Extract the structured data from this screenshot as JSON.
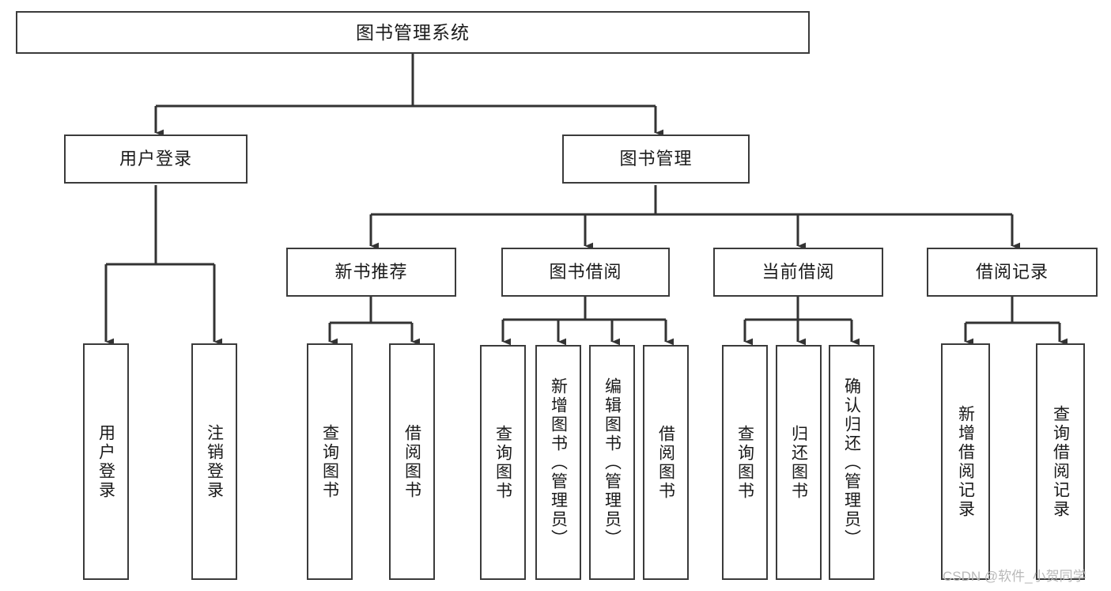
{
  "diagram": {
    "type": "tree-hierarchy-chart",
    "title": "图书管理系统",
    "watermark": "CSDN @软件_小贺同学",
    "style": {
      "box_border_color": "#3b3b3b",
      "box_fill_color": "#ffffff",
      "edge_color": "#333333",
      "background_color": "#ffffff",
      "text_color": "#1a1a1a",
      "watermark_color": "#b9b9b9"
    },
    "nodes": {
      "root": {
        "label": "图书管理系统"
      },
      "level1": [
        {
          "label": "用户登录"
        },
        {
          "label": "图书管理"
        }
      ],
      "level2": [
        {
          "label": "新书推荐"
        },
        {
          "label": "图书借阅"
        },
        {
          "label": "当前借阅"
        },
        {
          "label": "借阅记录"
        }
      ],
      "leaves": {
        "user_login": [
          {
            "label": "用户登录"
          },
          {
            "label": "注销登录"
          }
        ],
        "new_book_recommend": [
          {
            "label": "查询图书"
          },
          {
            "label": "借阅图书"
          }
        ],
        "book_borrow": [
          {
            "label": "查询图书"
          },
          {
            "label": "新增图书（管理员）"
          },
          {
            "label": "编辑图书（管理员）"
          },
          {
            "label": "借阅图书"
          }
        ],
        "current_borrow": [
          {
            "label": "查询图书"
          },
          {
            "label": "归还图书"
          },
          {
            "label": "确认归还（管理员）"
          }
        ],
        "borrow_records": [
          {
            "label": "新增借阅记录"
          },
          {
            "label": "查询借阅记录"
          }
        ]
      }
    }
  }
}
